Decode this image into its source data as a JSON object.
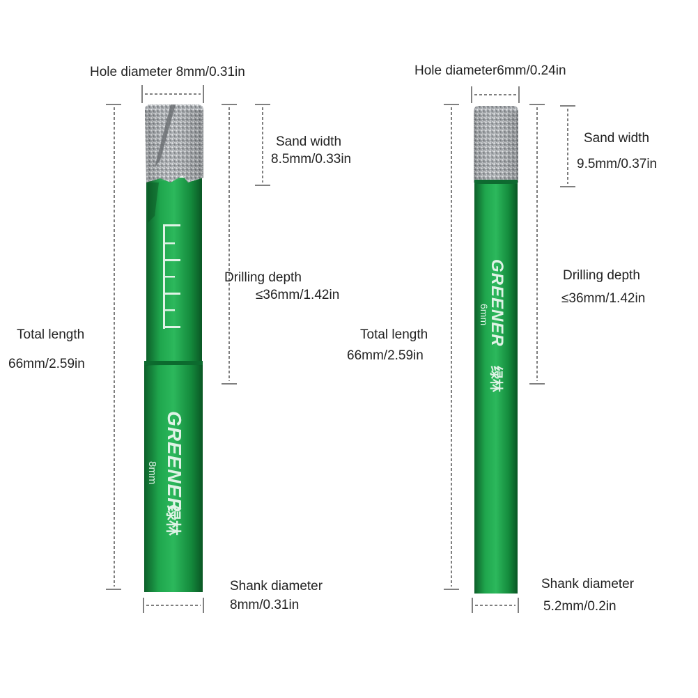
{
  "colors": {
    "background": "#ffffff",
    "shank_green": "#1a9a45",
    "shank_dark": "#0f6e30",
    "diamond_grit": "#b9bcbf",
    "dash_line": "#555555",
    "text": "#222222",
    "engraving": "#dff3e6"
  },
  "bits": [
    {
      "brand": "GREENER",
      "brand_cn": "绿林",
      "size_mark": "8mm",
      "has_depth_scale": true,
      "hole_diameter": {
        "label": "Hole diameter",
        "value": "8mm/0.31in"
      },
      "sand_width": {
        "label": "Sand width",
        "value": "8.5mm/0.33in"
      },
      "drilling_depth": {
        "label": "Drilling depth",
        "value": "≤36mm/1.42in"
      },
      "total_length": {
        "label": "Total length",
        "value": "66mm/2.59in"
      },
      "shank_diameter": {
        "label": "Shank diameter",
        "value": "8mm/0.31in"
      }
    },
    {
      "brand": "GREENER",
      "brand_cn": "绿林",
      "size_mark": "6mm",
      "has_depth_scale": false,
      "hole_diameter": {
        "label": "Hole diameter",
        "value": "6mm/0.24in"
      },
      "sand_width": {
        "label": "Sand width",
        "value": "9.5mm/0.37in"
      },
      "drilling_depth": {
        "label": "Drilling depth",
        "value": "≤36mm/1.42in"
      },
      "total_length": {
        "label": "Total length",
        "value": "66mm/2.59in"
      },
      "shank_diameter": {
        "label": "Shank diameter",
        "value": "5.2mm/0.2in"
      }
    }
  ]
}
